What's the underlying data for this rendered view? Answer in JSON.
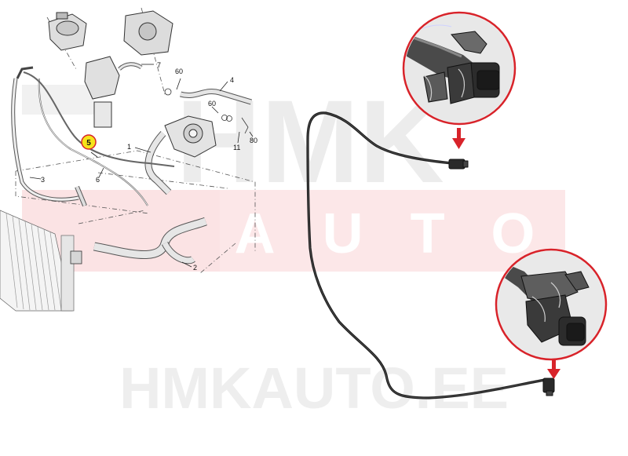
{
  "watermark": {
    "logo_top": "HMK",
    "logo_bottom": "AUTO",
    "site": "HMKAUTO.EE"
  },
  "callouts": [
    {
      "id": "c5",
      "label": "5",
      "highlighted": true
    },
    {
      "id": "c7",
      "label": "7"
    },
    {
      "id": "c60a",
      "label": "60"
    },
    {
      "id": "c4",
      "label": "4"
    },
    {
      "id": "c60b",
      "label": "60"
    },
    {
      "id": "c1",
      "label": "1"
    },
    {
      "id": "c11",
      "label": "11"
    },
    {
      "id": "c80",
      "label": "80"
    },
    {
      "id": "c3",
      "label": "3"
    },
    {
      "id": "c6",
      "label": "6"
    },
    {
      "id": "c2",
      "label": "2"
    }
  ],
  "colors": {
    "accent_red": "#d8232a",
    "highlight_yellow": "#f5e31a",
    "hose_black": "#1a1a1a",
    "watermark": "#e9e9e9"
  }
}
